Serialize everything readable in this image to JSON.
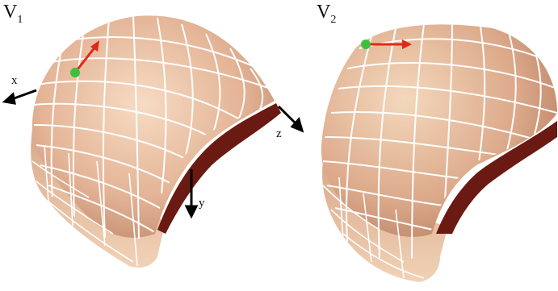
{
  "panels": [
    {
      "id": "v1",
      "label_main": "V",
      "label_sub": "1"
    },
    {
      "id": "v2",
      "label_main": "V",
      "label_sub": "2"
    }
  ],
  "axes": {
    "x": "x",
    "y": "y",
    "z": "z"
  },
  "colors": {
    "skin_light": "#f3d2b4",
    "skin_mid": "#dba688",
    "skin_dark": "#b47c60",
    "inner_dark": "#6a1a12",
    "grid": "#ffffff",
    "axis_arrow": "#000000",
    "marker_point": "#3fbf3f",
    "marker_arrow": "#e02818"
  }
}
